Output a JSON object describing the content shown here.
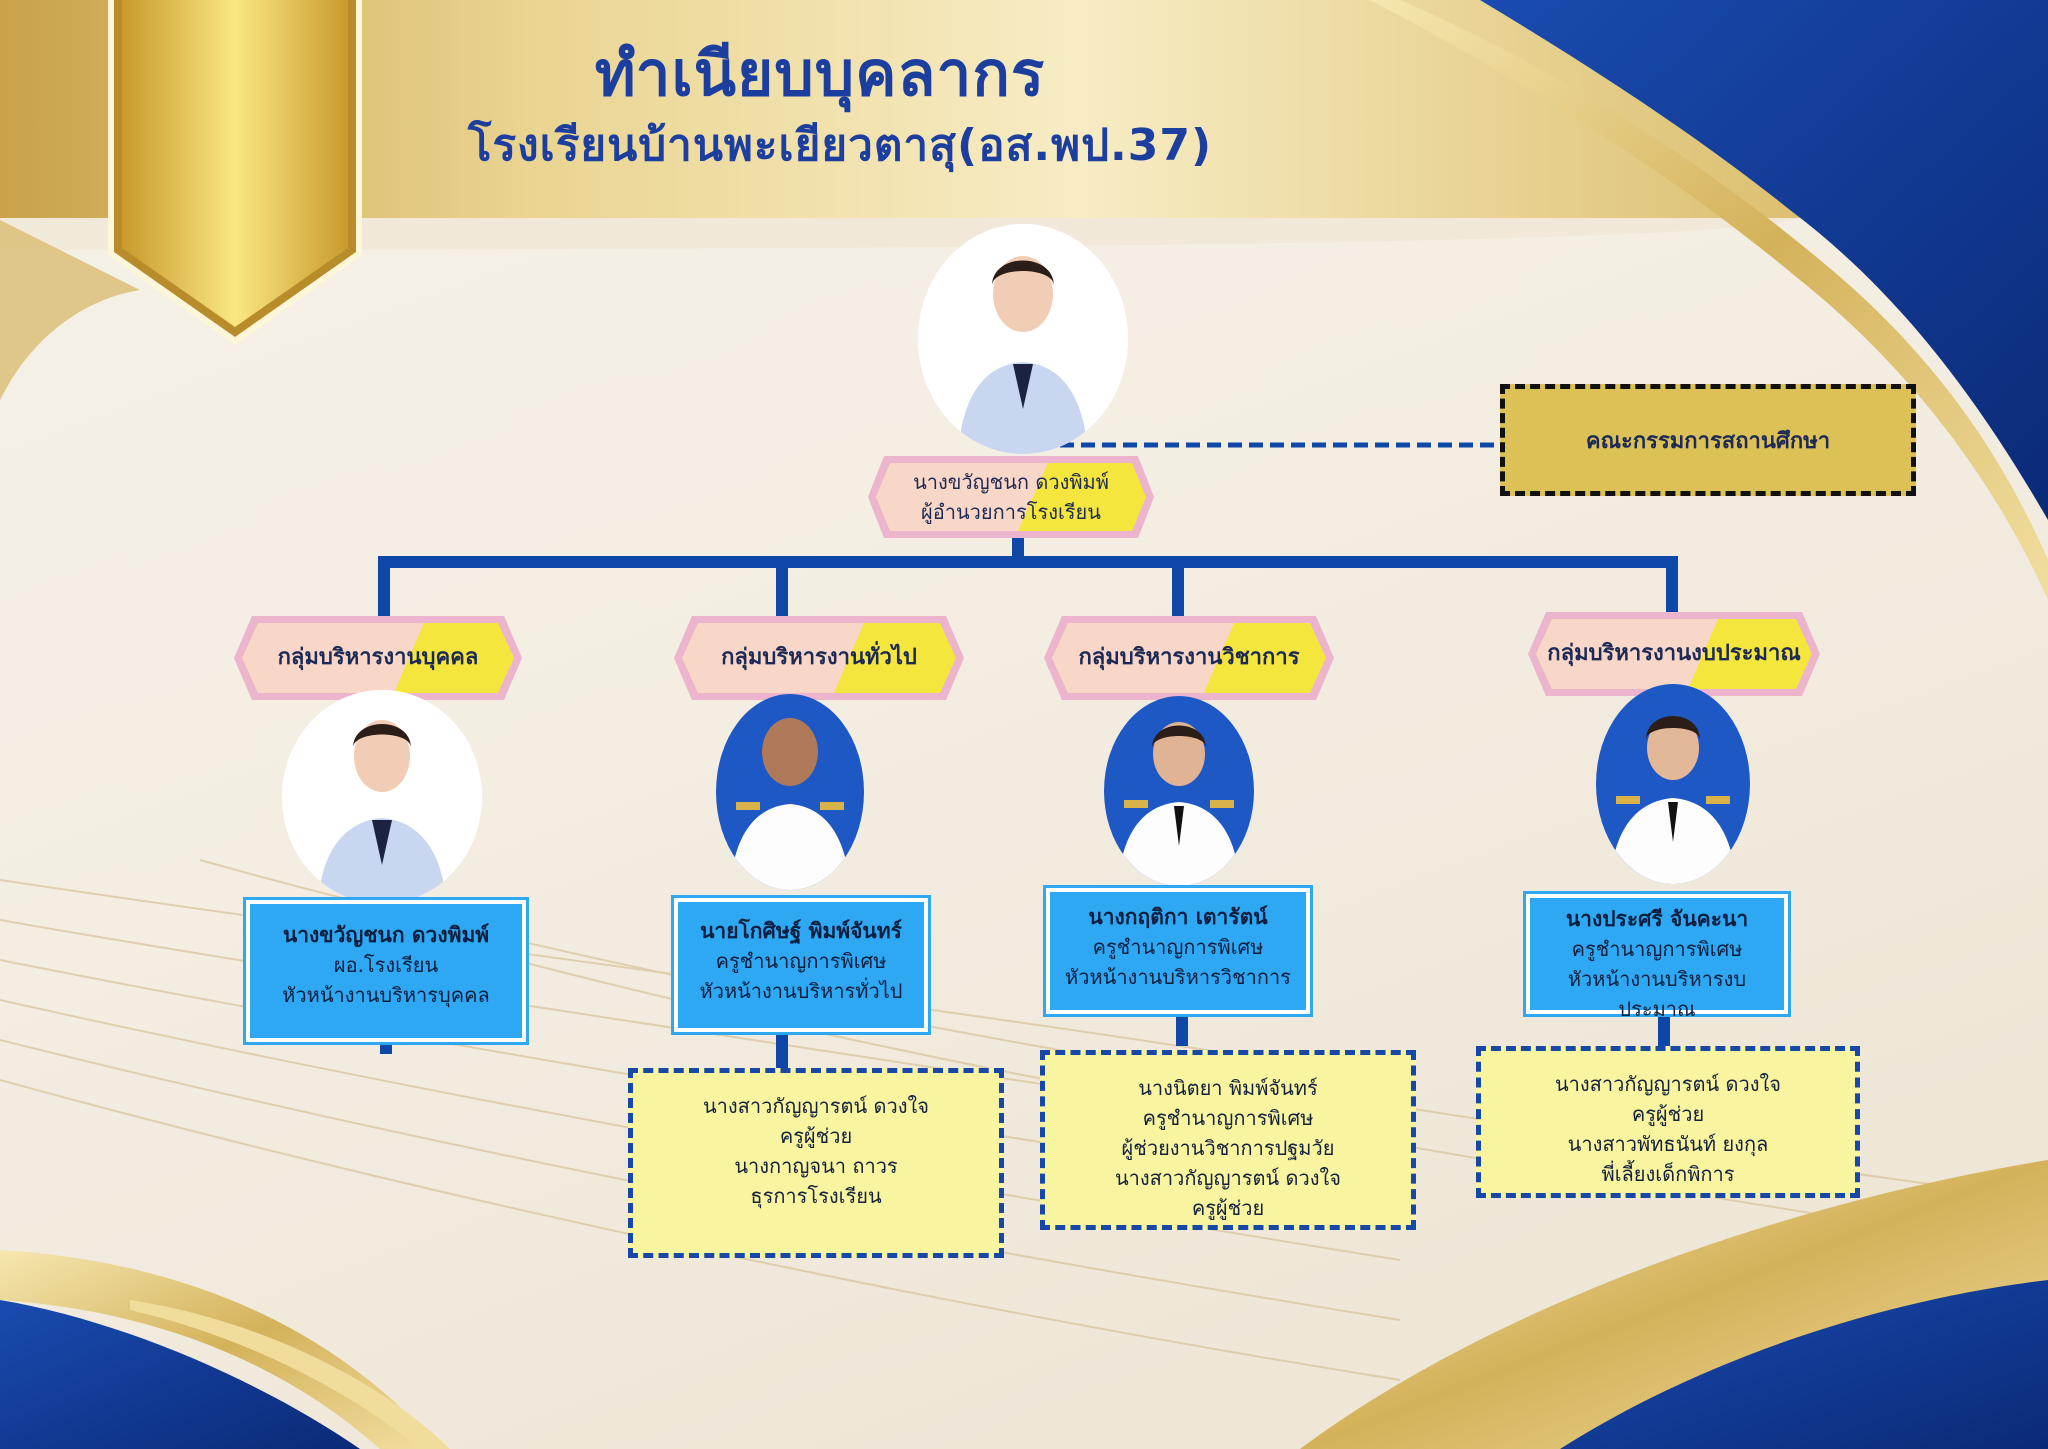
{
  "header": {
    "title": "ทำเนียบบุคลากร",
    "subtitle": "โรงเรียนบ้านพะเยียวตาสุ(อส.พป.37)"
  },
  "committee": {
    "label": "คณะกรรมการสถานศึกษา"
  },
  "director": {
    "name": "นางขวัญชนก ดวงพิมพ์",
    "position": "ผู้อำนวยการโรงเรียน"
  },
  "groups": [
    {
      "label": "กลุ่มบริหารงานบุคคล",
      "head": {
        "name": "นางขวัญชนก   ดวงพิมพ์",
        "line1": "ผอ.โรงเรียน",
        "line2": "หัวหน้างานบริหารบุคคล"
      }
    },
    {
      "label": "กลุ่มบริหารงานทั่วไป",
      "head": {
        "name": "นายโกศิษฐ์   พิมพ์จันทร์",
        "line1": "ครูชำนาญการพิเศษ",
        "line2": "หัวหน้างานบริหารทั่วไป"
      },
      "staff": [
        "นางสาวกัญญารตน์   ดวงใจ",
        "ครูผู้ช่วย",
        "นางกาญจนา   ถาวร",
        "ธุรการโรงเรียน"
      ]
    },
    {
      "label": "กลุ่มบริหารงานวิชาการ",
      "head": {
        "name": "นางกฤติกา   เตารัตน์",
        "line1": "ครูชำนาญการพิเศษ",
        "line2": "หัวหน้างานบริหารวิชาการ"
      },
      "staff": [
        "นางนิตยา   พิมพ์จันทร์",
        "ครูชำนาญการพิเศษ",
        "ผู้ช่วยงานวิชาการปฐมวัย",
        "นางสาวกัญญารตน์   ดวงใจ",
        "ครูผู้ช่วย"
      ]
    },
    {
      "label": "กลุ่มบริหารงานงบประมาณ",
      "head": {
        "name": "นางประศรี   จันคะนา",
        "line1": "ครูชำนาญการพิเศษ",
        "line2": "หัวหน้างานบริหารงบประมาณ"
      },
      "staff": [
        "นางสาวกัญญารตน์   ดวงใจ",
        "ครูผู้ช่วย",
        "นางสาวพัทธนันท์   ยงกุล",
        "พี่เลี้ยงเด็กพิการ"
      ]
    }
  ],
  "colors": {
    "navy": "#0f3a94",
    "gold": "#d9b85a",
    "box_blue": "#2fa8f3",
    "box_yellow": "#f8f4a0"
  },
  "icons": [
    "badge-ribbon-icon",
    "portrait-icon"
  ]
}
